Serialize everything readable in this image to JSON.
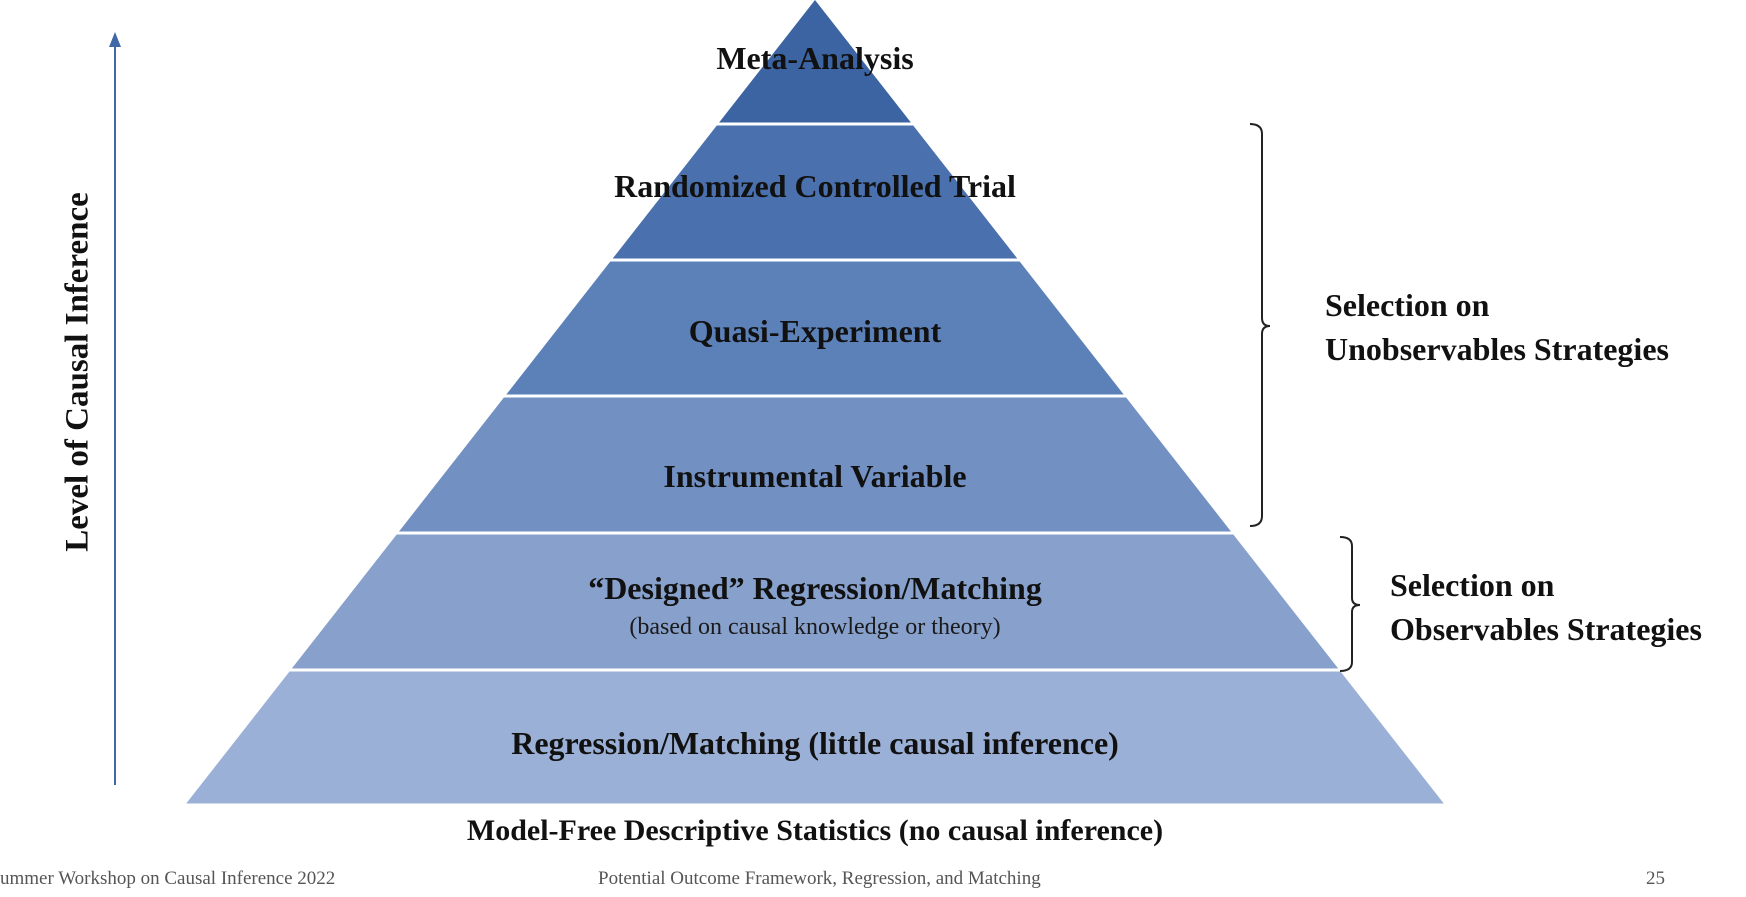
{
  "diagram": {
    "axis_label": "Level of Causal Inference",
    "tiers": [
      {
        "label": "Meta-Analysis",
        "sublabel": "",
        "color": "#3c64a2"
      },
      {
        "label": "Randomized Controlled Trial",
        "sublabel": "",
        "color": "#4a71ad"
      },
      {
        "label": "Quasi-Experiment",
        "sublabel": "",
        "color": "#5c80b8"
      },
      {
        "label": "Instrumental Variable",
        "sublabel": "",
        "color": "#7290c2"
      },
      {
        "label": "“Designed” Regression/Matching",
        "sublabel": "(based on causal knowledge or theory)",
        "color": "#87a0cc"
      },
      {
        "label": "Regression/Matching (little causal inference)",
        "sublabel": "",
        "color": "#9bb0d6"
      }
    ],
    "base_label": "Model-Free Descriptive Statistics (no causal inference)",
    "brackets": [
      {
        "line1": "Selection on",
        "line2": "Unobservables Strategies"
      },
      {
        "line1": "Selection on",
        "line2": "Observables Strategies"
      }
    ]
  },
  "footer": {
    "left": "ummer Workshop on Causal Inference 2022",
    "center": "Potential Outcome Framework, Regression, and Matching",
    "page": "25"
  },
  "colors": {
    "arrow": "#3f68a8",
    "bracket": "#222222",
    "separator": "#ffffff"
  }
}
